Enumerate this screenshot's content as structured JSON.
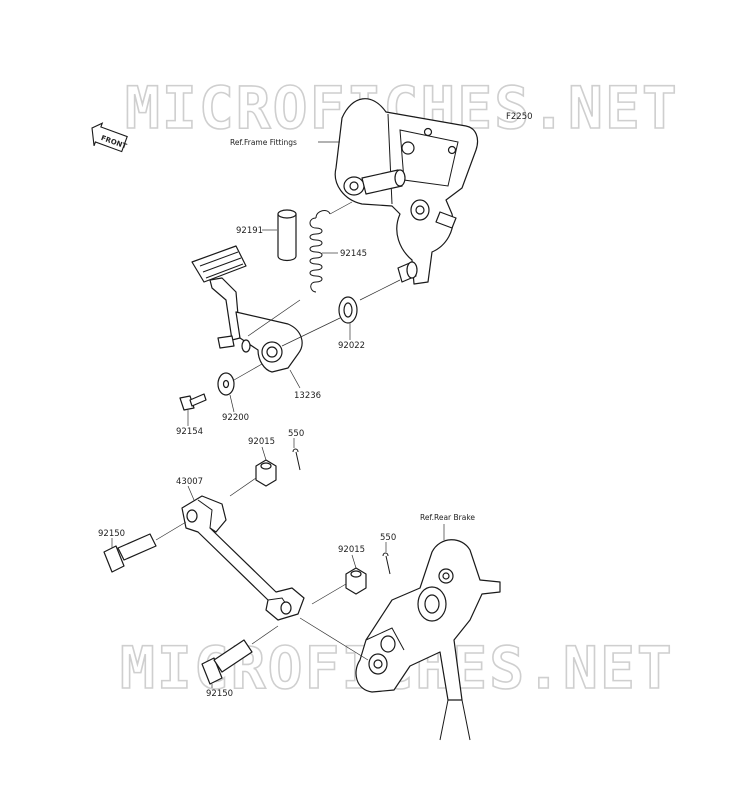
{
  "watermark": {
    "text_top": "MICROFICHES.NET",
    "text_bottom": "MICROFICHES.NET"
  },
  "figure_code": "F2250",
  "direction_badge": "FRONT",
  "references": {
    "frame_fittings": "Ref.Frame Fittings",
    "rear_brake": "Ref.Rear Brake"
  },
  "parts": {
    "p92191": "92191",
    "p92145": "92145",
    "p92022": "92022",
    "p13236": "13236",
    "p92200": "92200",
    "p92154": "92154",
    "p92015_a": "92015",
    "p550_a": "550",
    "p43007": "43007",
    "p92150_a": "92150",
    "p92015_b": "92015",
    "p550_b": "550",
    "p92150_b": "92150"
  },
  "colors": {
    "line": "#1a1a1a",
    "watermark": "#cfcfcf",
    "background": "#ffffff"
  }
}
